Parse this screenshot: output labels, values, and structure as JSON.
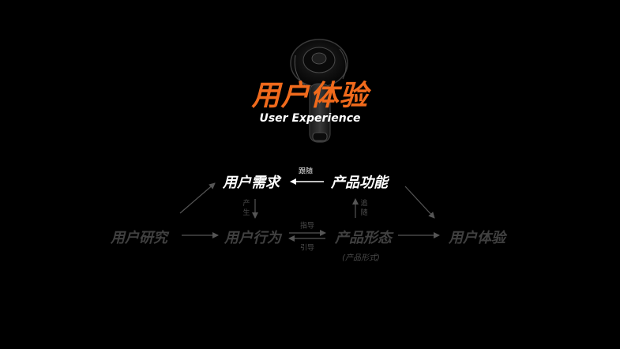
{
  "title": {
    "main": "用户体验",
    "sub": "User Experience"
  },
  "nodes": {
    "user_needs": "用户需求",
    "product_function": "产品功能",
    "user_research": "用户研究",
    "user_behavior": "用户行为",
    "product_form": "产品形态",
    "user_experience": "用户体验"
  },
  "product_form_sub": "(产品形式)",
  "edge_labels": {
    "follow": "跟随",
    "produce": "产生",
    "trace": "追随",
    "guide_top": "指导",
    "guide_bottom": "引导"
  },
  "colors": {
    "accent": "#f06a1c",
    "bright": "#ffffff",
    "dim": "#404040",
    "arrow_dim": "#555555"
  }
}
